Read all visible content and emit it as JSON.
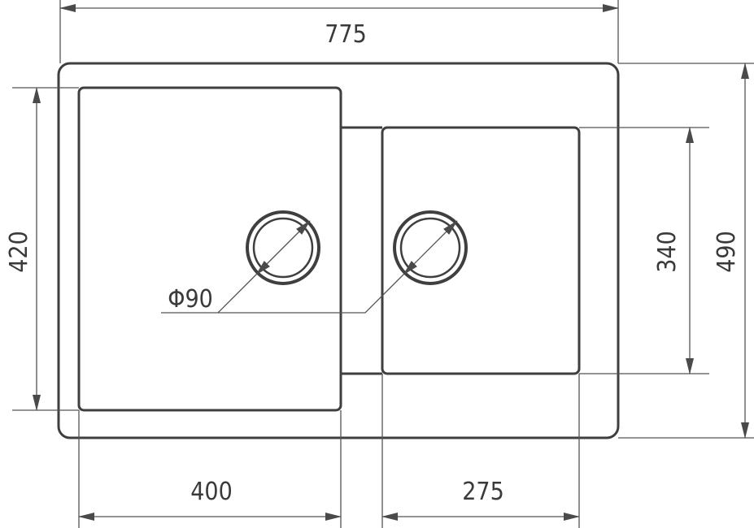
{
  "dimensions": {
    "overall_width": "775",
    "overall_depth": "490",
    "large_bowl_width": "400",
    "large_bowl_depth": "420",
    "small_bowl_width": "275",
    "small_bowl_depth": "340",
    "drain_diameter": "Φ90"
  },
  "colors": {
    "line": "#3f3f3f",
    "text": "#3a3a3a",
    "background": "#ffffff"
  }
}
